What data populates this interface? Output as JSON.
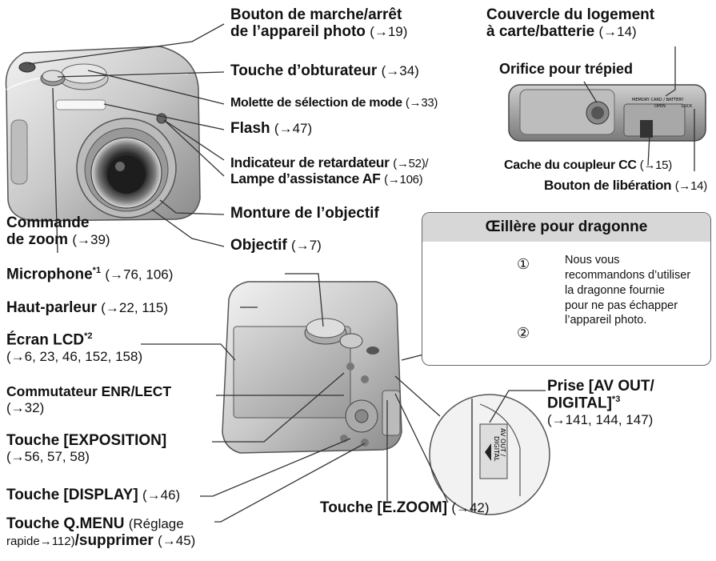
{
  "labels": {
    "power": {
      "l1": "Bouton de marche/arrêt",
      "l2": "de l’appareil photo",
      "ref": "(→19)"
    },
    "shutter": {
      "text": "Touche d’obturateur",
      "ref": "(→34)"
    },
    "mode_dial": {
      "text": "Molette de sélection de mode",
      "ref": "(→33)"
    },
    "flash": {
      "text": "Flash",
      "ref": "(→47)"
    },
    "self_timer": {
      "text": "Indicateur de retardateur",
      "ref": "(→52)/"
    },
    "af_lamp": {
      "text": "Lampe d’assistance AF",
      "ref": "(→106)"
    },
    "lens_barrel": {
      "text": "Monture de l’objectif"
    },
    "lens": {
      "text": "Objectif",
      "ref": "(→7)"
    },
    "zoom": {
      "l1": "Commande",
      "l2": "de zoom",
      "ref": "(→39)"
    },
    "card_cover": {
      "l1": "Couvercle du logement",
      "l2": "à carte/batterie",
      "ref": "(→14)"
    },
    "tripod": {
      "text": "Orifice pour trépied"
    },
    "dc_cover": {
      "text": "Cache du coupleur CC",
      "ref": "(→15)"
    },
    "release": {
      "text": "Bouton de libération",
      "ref": "(→14)"
    },
    "mic": {
      "text": "Microphone",
      "sup": "*1",
      "ref": "(→76, 106)"
    },
    "speaker": {
      "text": "Haut-parleur",
      "ref": "(→22, 115)"
    },
    "lcd": {
      "text": "Écran LCD",
      "sup": "*2",
      "ref": "(→6, 23, 46, 152, 158)"
    },
    "rec_play": {
      "text": "Commutateur ENR/LECT",
      "ref": "(→32)"
    },
    "exposure": {
      "text": "Touche [EXPOSITION]",
      "ref": "(→56, 57, 58)"
    },
    "display": {
      "text": "Touche [DISPLAY]",
      "ref": "(→46)"
    },
    "qmenu": {
      "text": "Touche Q.MENU",
      "note": "(Réglage",
      "note2": "rapide→112)",
      "text2": "/supprimer",
      "ref": "(→45)"
    },
    "ezoom": {
      "text": "Touche [E.ZOOM]",
      "ref": "(→42)"
    },
    "av_out": {
      "l1": "Prise [AV OUT/",
      "l2": "DIGITAL]",
      "sup": "*3",
      "ref": "(→141, 144, 147)"
    }
  },
  "strap_box": {
    "title": "Œillère pour dragonne",
    "lines": [
      "Nous vous",
      "recommandons d’utiliser",
      "la dragonne fournie",
      "pour ne pas échapper",
      "l’appareil photo."
    ],
    "step1": "①",
    "step2": "②"
  },
  "port_print": {
    "l1": "AV OUT /",
    "l2": "DIGITAL"
  },
  "card_print": {
    "l1": "MEMORY CARD / BATTERY",
    "open": "OPEN",
    "lock": "LOCK"
  }
}
